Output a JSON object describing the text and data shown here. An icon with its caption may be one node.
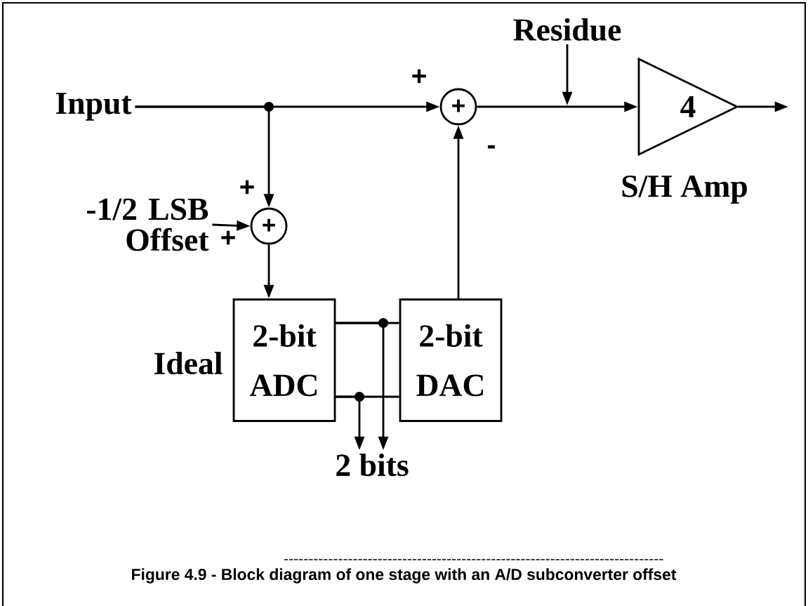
{
  "diagram": {
    "caption": "Figure 4.9 - Block diagram of one stage with an A/D subconverter offset",
    "nodes": [
      {
        "text": [
          "Input"
        ]
      },
      {
        "text": [
          "+"
        ]
      },
      {
        "text": [
          "+"
        ]
      },
      {
        "text": [
          "-1/2 LSB Offset"
        ]
      },
      {
        "text": [
          "2-bit ADC"
        ],
        "beside": [
          "Ideal"
        ]
      },
      {
        "text": [
          "2-bit DAC"
        ]
      },
      {
        "text": [
          "4"
        ],
        "beside": [
          "S/H Amp"
        ]
      },
      {
        "text": [
          "Residue"
        ]
      },
      {
        "text": [
          "2 bits"
        ]
      }
    ],
    "edges": [
      {
        "from": 0,
        "to": 1,
        "arrow": "to"
      },
      {
        "from": 0,
        "to": 2,
        "arrow": "to"
      },
      {
        "from": 3,
        "to": 2,
        "arrow": "to"
      },
      {
        "from": 2,
        "to": 4,
        "arrow": "to"
      },
      {
        "from": 4,
        "to": 5,
        "arrow": "none"
      },
      {
        "from": 4,
        "to": 5,
        "arrow": "none"
      },
      {
        "from": 5,
        "to": 1,
        "arrow": "to"
      },
      {
        "from": 1,
        "to": 6,
        "arrow": "to"
      },
      {
        "from": 6,
        "to": null,
        "arrow": "to"
      },
      {
        "from": 7,
        "to": null,
        "arrow": "to"
      },
      {
        "from": 4,
        "to": 8,
        "arrow": "to"
      },
      {
        "from": 4,
        "to": 8,
        "arrow": "to"
      }
    ],
    "labels": [
      "+",
      "-",
      "+",
      "+"
    ]
  }
}
